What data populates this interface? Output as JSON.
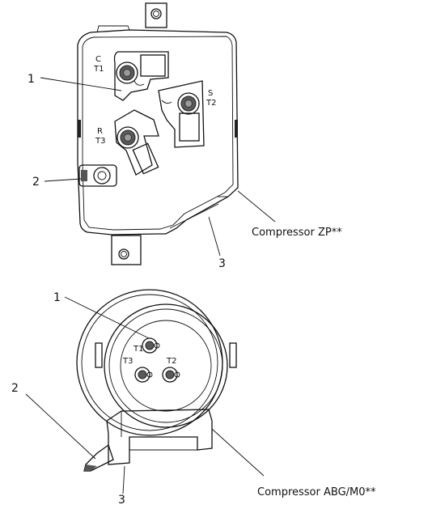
{
  "top_diagram": {
    "caption": "Compressor ZP**",
    "callouts": {
      "c1": "1",
      "c2": "2",
      "c3": "3"
    },
    "terminal_labels": {
      "t1_letter": "C",
      "t1_code": "T1",
      "t2_letter": "S",
      "t2_code": "T2",
      "t3_letter": "R",
      "t3_code": "T3"
    }
  },
  "bottom_diagram": {
    "caption": "Compressor ABG/M0**",
    "callouts": {
      "c1": "1",
      "c2": "2",
      "c3": "3"
    },
    "terminal_labels": {
      "t1": "T1",
      "t2": "T2",
      "t3": "T3"
    }
  }
}
